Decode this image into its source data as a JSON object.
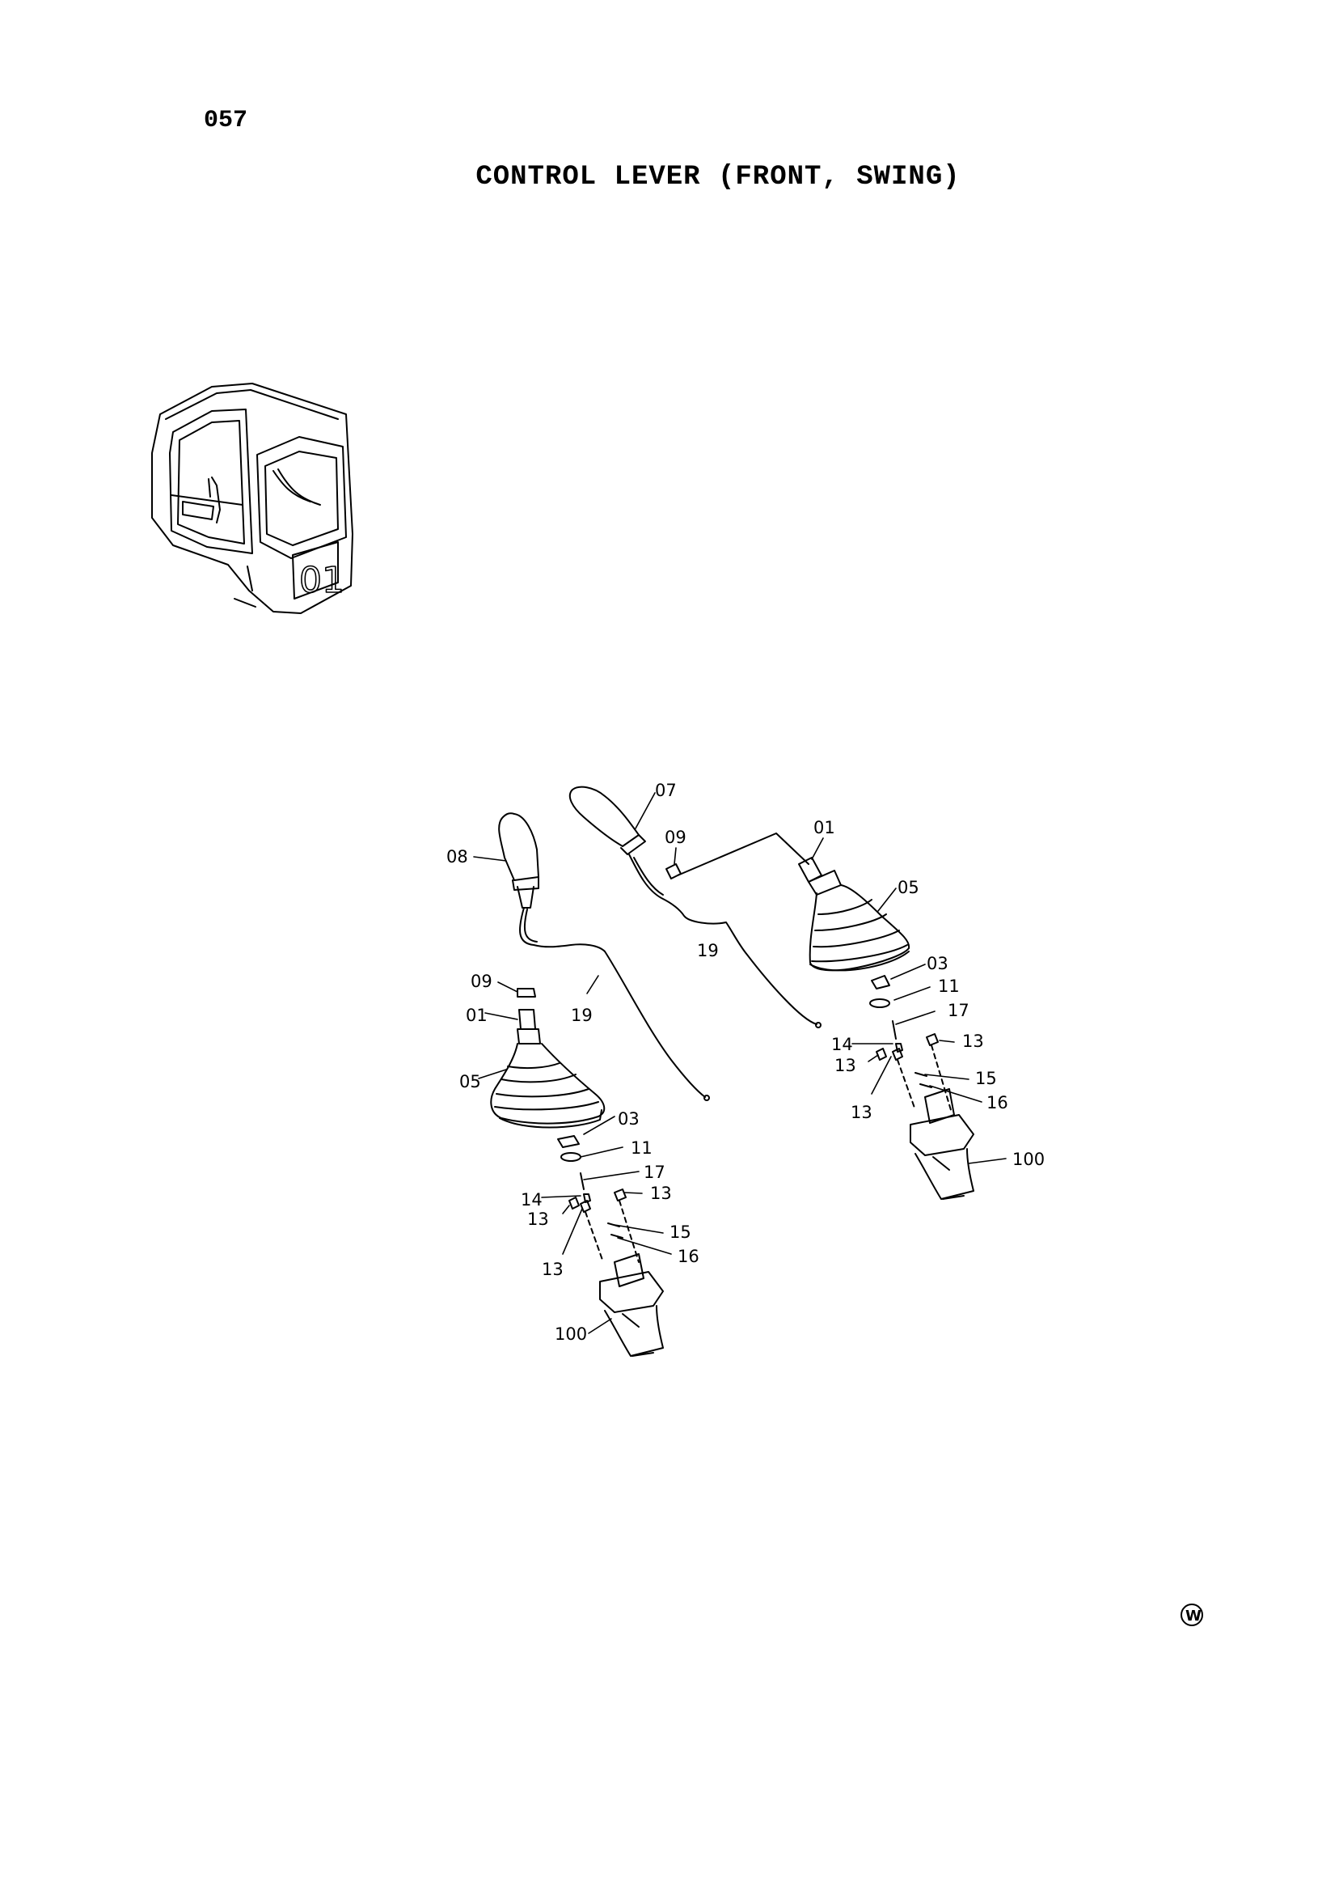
{
  "page_number": "057",
  "title": "CONTROL LEVER (FRONT, SWING)",
  "cab_diagram": {
    "section_code": "01"
  },
  "labels": {
    "left": {
      "l08": "08",
      "l09": "09",
      "l01": "01",
      "l19": "19",
      "l05": "05",
      "l03": "03",
      "l11": "11",
      "l17": "17",
      "l14": "14",
      "l13a": "13",
      "l13b": "13",
      "l13c": "13",
      "l15": "15",
      "l16": "16",
      "l100": "100"
    },
    "right": {
      "r07": "07",
      "r09": "09",
      "r01": "01",
      "r05": "05",
      "r19": "19",
      "r03": "03",
      "r11": "11",
      "r17": "17",
      "r14": "14",
      "r13a": "13",
      "r13b": "13",
      "r13c": "13",
      "r15": "15",
      "r16": "16",
      "r100": "100"
    }
  },
  "corner_mark": "W"
}
